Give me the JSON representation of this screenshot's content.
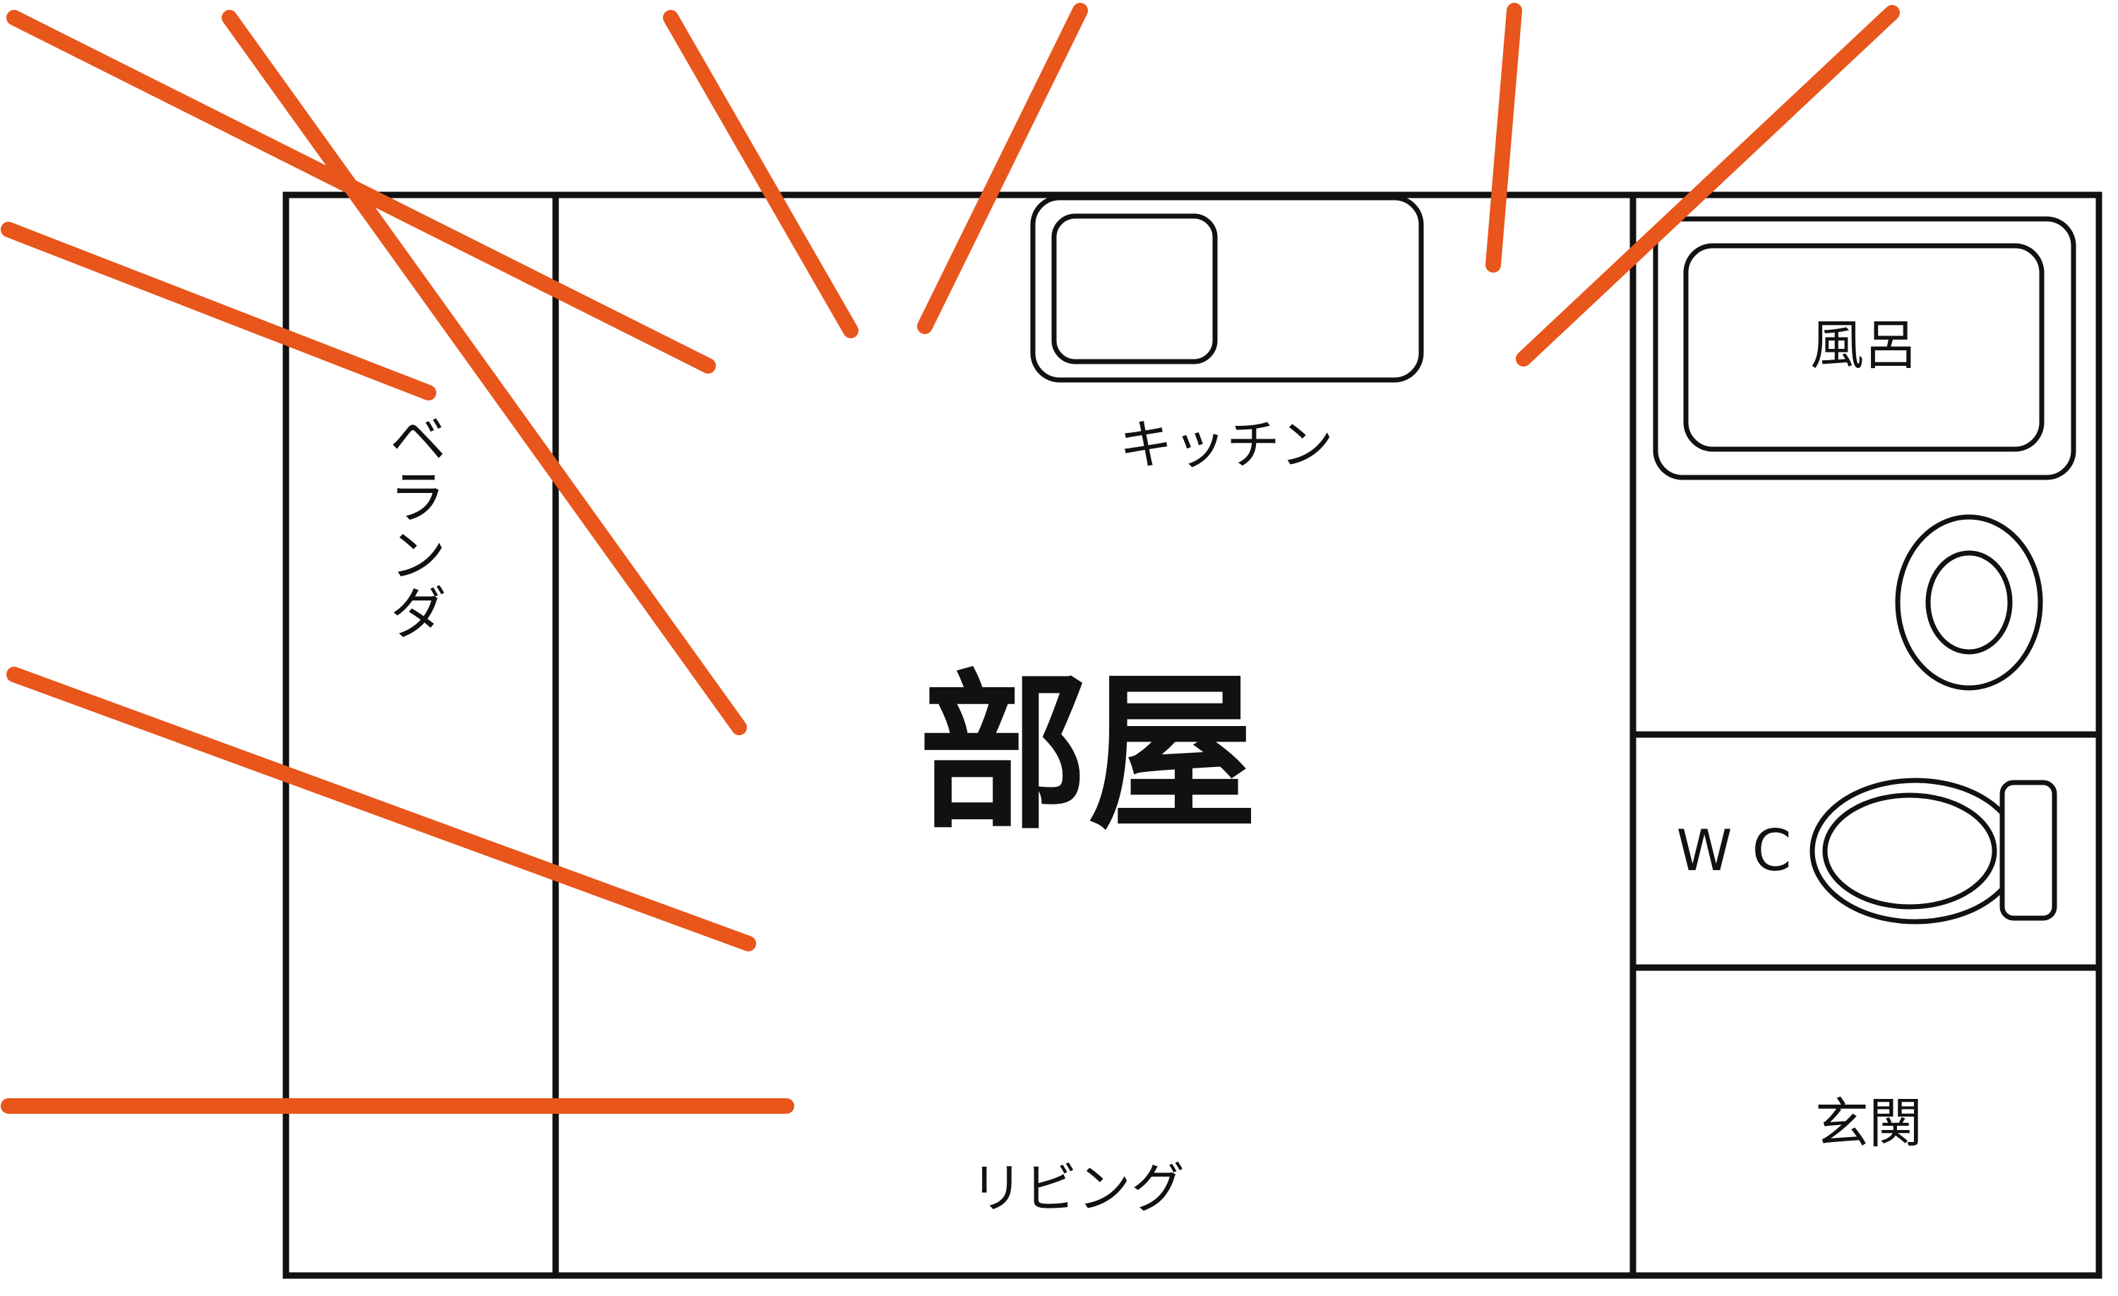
{
  "rooms": {
    "main_room": "部屋",
    "veranda": "ベランダ",
    "kitchen": "キッチン",
    "bath": "風呂",
    "wc": "WC",
    "entrance": "玄関",
    "living": "リビング"
  },
  "colors": {
    "walls": "#111111",
    "sun_rays": "#e8561c",
    "background": "#ffffff"
  },
  "decorations": {
    "sun_ray_count": 9
  }
}
